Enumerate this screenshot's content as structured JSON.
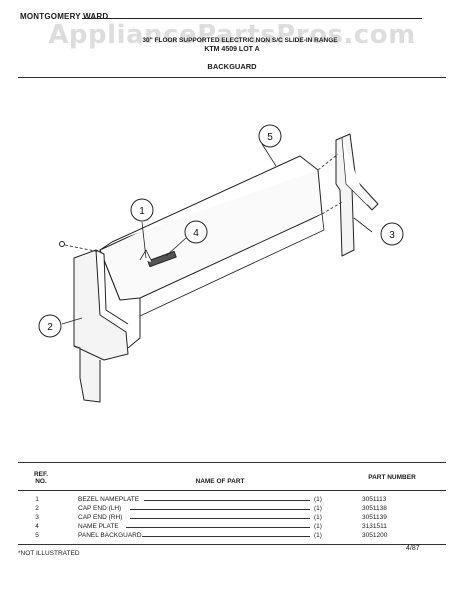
{
  "header": {
    "brand": "MONTGOMERY WARD",
    "watermark": "AppliancePartsPros.com",
    "subtitle": "30\" FLOOR SUPPORTED ELECTRIC NON S/C SLIDE-IN RANGE",
    "model": "KTM 4509 LOT A",
    "section": "BACKGUARD"
  },
  "diagram": {
    "callouts": [
      "1",
      "2",
      "3",
      "4",
      "5"
    ]
  },
  "table": {
    "headers": {
      "ref": "REF. NO.",
      "name": "NAME OF PART",
      "part_number": "PART NUMBER"
    },
    "rows": [
      {
        "ref": "1",
        "name": "BEZEL NAMEPLATE",
        "qty": "(1)",
        "part_number": "3051113"
      },
      {
        "ref": "2",
        "name": "CAP END (LH)",
        "qty": "(1)",
        "part_number": "3051138"
      },
      {
        "ref": "3",
        "name": "CAP END (RH)",
        "qty": "(1)",
        "part_number": "3051139"
      },
      {
        "ref": "4",
        "name": "NAME PLATE",
        "qty": "(1)",
        "part_number": "3131511"
      },
      {
        "ref": "5",
        "name": "PANEL BACKGUARD",
        "qty": "(1)",
        "part_number": "3051200"
      }
    ]
  },
  "footer": {
    "note": "*NOT ILLUSTRATED",
    "date": "4/87"
  }
}
